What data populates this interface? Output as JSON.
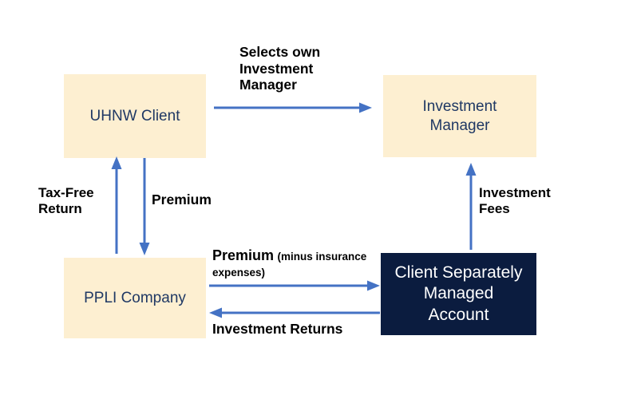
{
  "diagram": {
    "title": "PPLI structure flow diagram",
    "colors": {
      "arrow": "#4472C4",
      "box_fill_cream": "#FDEFD1",
      "box_fill_dark": "#0B1C3F",
      "text_navy": "#1F3864",
      "text_white": "#FFFFFF",
      "label_text": "#000000"
    },
    "nodes": [
      {
        "id": "uhnw",
        "label": "UHNW Client"
      },
      {
        "id": "investment_manager",
        "label": "Investment\nManager"
      },
      {
        "id": "ppli",
        "label": "PPLI Company"
      },
      {
        "id": "csma",
        "label": "Client Separately\nManaged\nAccount"
      }
    ],
    "edges": [
      {
        "id": "selects",
        "label": "Selects own\nInvestment\nManager",
        "from": "uhnw",
        "to": "investment_manager",
        "direction": "right"
      },
      {
        "id": "tax_free",
        "label": "Tax-Free\nReturn",
        "from": "ppli",
        "to": "uhnw",
        "direction": "up"
      },
      {
        "id": "premium",
        "label": "Premium",
        "from": "uhnw",
        "to": "ppli",
        "direction": "down"
      },
      {
        "id": "inv_fees",
        "label": "Investment\nFees",
        "from": "csma",
        "to": "investment_manager",
        "direction": "up"
      },
      {
        "id": "premium_net_main",
        "label": "Premium",
        "from": "ppli",
        "to": "csma",
        "direction": "right"
      },
      {
        "id": "premium_net_note",
        "label": "(minus insurance expenses)",
        "from": "ppli",
        "to": "csma",
        "direction": "right"
      },
      {
        "id": "inv_returns",
        "label": "Investment Returns",
        "from": "csma",
        "to": "ppli",
        "direction": "left"
      }
    ]
  }
}
